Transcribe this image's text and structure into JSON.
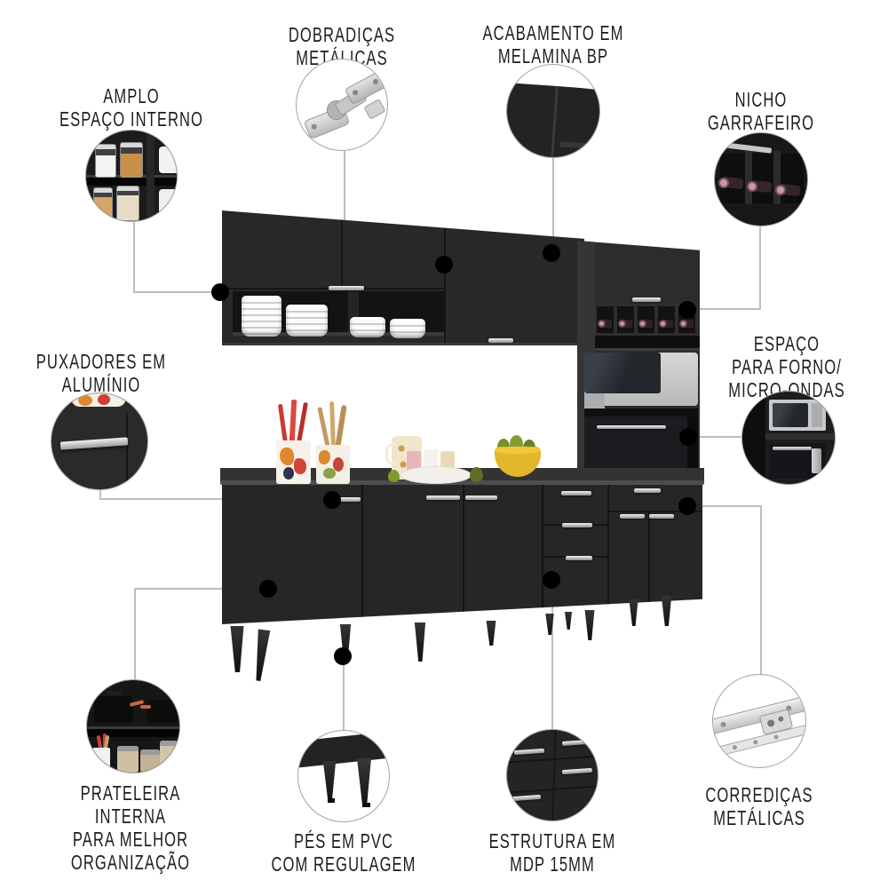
{
  "product": {
    "name": "kitchen-cabinet-set",
    "finish_color_black": "#262626",
    "accent_silver": "#c9c9c9",
    "connector_line_gray": "#bdbdbd",
    "dot_black": "#000000",
    "bottle_cap_rose": "#c49ba4",
    "bowl_yellow": "#e3b62b"
  },
  "callouts": {
    "amplo": {
      "label": "AMPLO\nESPAÇO INTERNO",
      "icon": "jars-shelf-photo"
    },
    "dobradicas": {
      "label": "DOBRADIÇAS\nMETÁLICAS",
      "icon": "metal-hinge-icon"
    },
    "acabamento": {
      "label": "ACABAMENTO EM\nMELAMINA BP",
      "icon": "melamine-corner-photo"
    },
    "nicho": {
      "label": "NICHO\nGARRAFEIRO",
      "icon": "bottle-niche-photo"
    },
    "puxadores": {
      "label": "PUXADORES EM\nALUMÍNIO",
      "icon": "aluminum-handle-photo"
    },
    "forno": {
      "label": "ESPAÇO\nPARA FORNO/\nMICRO-ONDAS",
      "icon": "oven-microwave-photo"
    },
    "prateleira": {
      "label": "PRATELEIRA INTERNA\nPARA MELHOR\nORGANIZAÇÃO",
      "icon": "internal-shelf-photo"
    },
    "pes": {
      "label": "PÉS EM PVC\nCOM REGULAGEM",
      "icon": "pvc-feet-photo"
    },
    "estrutura": {
      "label": "ESTRUTURA EM\nMDP 15MM",
      "icon": "mdp-structure-photo"
    },
    "corredicas": {
      "label": "CORREDIÇAS\nMETÁLICAS",
      "icon": "metal-slide-icon"
    }
  }
}
